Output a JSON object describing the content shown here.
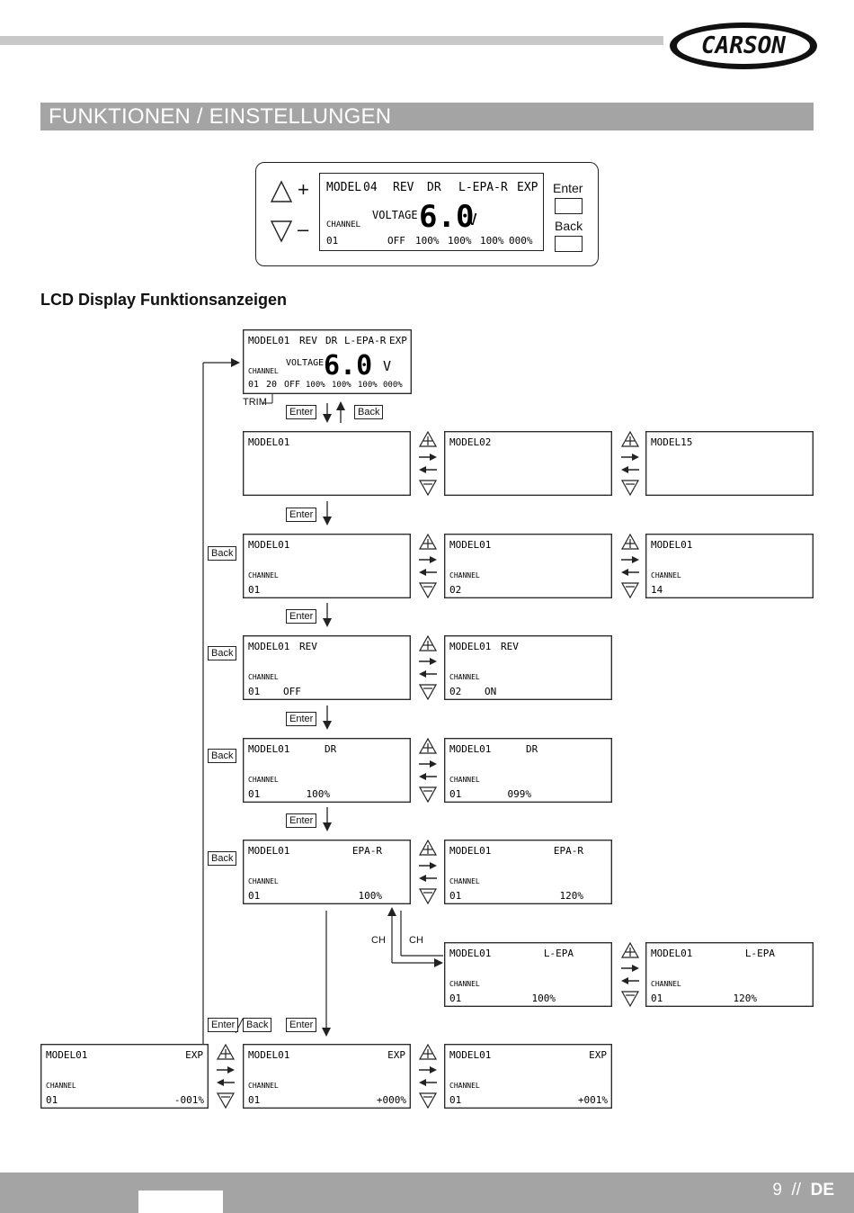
{
  "header": {
    "brand": "CARSON",
    "title": "FUNKTIONEN / EINSTELLUNGEN"
  },
  "main_display": {
    "up_symbol": "+",
    "down_symbol": "–",
    "model": "MODEL",
    "model_num": "04",
    "rev": "REV",
    "dr": "DR",
    "lepar": "L-EPA-R",
    "exp": "EXP",
    "channel": "CHANNEL",
    "voltage": "VOLTAGE",
    "voltage_value": "6.0",
    "volt_unit": "V",
    "ch_num": "01",
    "off": "OFF",
    "v1": "100%",
    "v2": "100%",
    "v3": "100%",
    "v4": "000%",
    "enter": "Enter",
    "back": "Back"
  },
  "section_title": "LCD Display Funktionsanzeigen",
  "flow": {
    "top_display": {
      "model": "MODEL01",
      "rev": "REV",
      "dr": "DR",
      "lepar": "L-EPA-R",
      "exp": "EXP",
      "channel": "CHANNEL",
      "voltage": "VOLTAGE",
      "voltage_value": "6.0",
      "volt_unit": "V",
      "ch": "01",
      "trim": "20",
      "off": "OFF",
      "v1": "100%",
      "v2": "100%",
      "v3": "100%",
      "v4": "000%",
      "trim_label": "TRIM"
    },
    "enter": "Enter",
    "back": "Back",
    "ch_label": "CH",
    "row_model": [
      "MODEL01",
      "MODEL02",
      "MODEL15"
    ],
    "row_channel": {
      "model": "MODEL01",
      "channel": "CHANNEL",
      "values": [
        "01",
        "02",
        "14"
      ]
    },
    "row_rev": {
      "model": "MODEL01",
      "label": "REV",
      "channel": "CHANNEL",
      "items": [
        [
          "01",
          "OFF"
        ],
        [
          "02",
          "ON"
        ]
      ]
    },
    "row_dr": {
      "model": "MODEL01",
      "label": "DR",
      "channel": "CHANNEL",
      "items": [
        [
          "01",
          "100%"
        ],
        [
          "01",
          "099%"
        ]
      ]
    },
    "row_epar": {
      "model": "MODEL01",
      "label": "EPA-R",
      "channel": "CHANNEL",
      "items": [
        [
          "01",
          "100%"
        ],
        [
          "01",
          "120%"
        ]
      ]
    },
    "row_lepa": {
      "model": "MODEL01",
      "label": "L-EPA",
      "channel": "CHANNEL",
      "items": [
        [
          "01",
          "100%"
        ],
        [
          "01",
          "120%"
        ]
      ]
    },
    "row_exp": {
      "model": "MODEL01",
      "label": "EXP",
      "channel": "CHANNEL",
      "items": [
        [
          "01",
          "-001%"
        ],
        [
          "01",
          "+000%"
        ],
        [
          "01",
          "+001%"
        ]
      ]
    }
  },
  "footer": {
    "page": "9",
    "sep": "//",
    "lang": "DE"
  }
}
